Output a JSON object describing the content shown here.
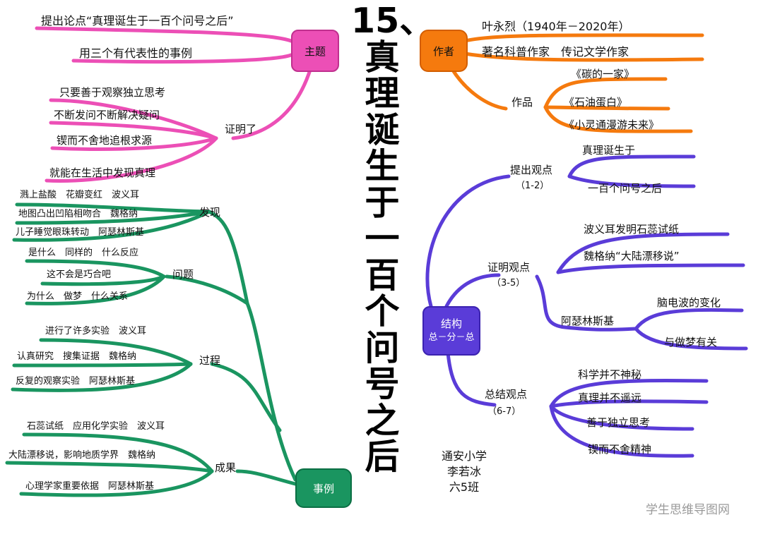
{
  "title": "15、真理诞生于一百个问号之后",
  "colors": {
    "topic": "#ec4fb6",
    "author": "#f57a0e",
    "structure": "#5a3cd8",
    "examples": "#1a9560"
  },
  "topic": {
    "label": "主题",
    "points": [
      "提出论点“真理诞生于一百个问号之后”",
      "用三个有代表性的事例"
    ],
    "proof_label": "证明了",
    "proofs": [
      "只要善于观察独立思考",
      "不断发问不断解决疑问",
      "锲而不舍地追根求源",
      "就能在生活中发现真理"
    ]
  },
  "author": {
    "label": "作者",
    "name": "叶永烈（1940年－2020年）",
    "roles": "著名科普作家　传记文学作家",
    "works_label": "作品",
    "works": [
      "《碳的一家》",
      "《石油蛋白》",
      "《小灵通漫游未来》"
    ]
  },
  "structure": {
    "label_line1": "结构",
    "label_line2": "总－分－总",
    "propose": {
      "label": "提出观点",
      "range": "（1-2）",
      "items": [
        "真理诞生于",
        "一百个问号之后"
      ]
    },
    "prove": {
      "label": "证明观点",
      "range": "（3-5）",
      "items": [
        "波义耳发明石蕊试纸",
        "魏格纳“大陆漂移说”"
      ],
      "sub_label": "阿瑟林斯基",
      "sub_items": [
        "脑电波的变化",
        "与做梦有关"
      ]
    },
    "conclude": {
      "label": "总结观点",
      "range": "（6-7）",
      "items": [
        "科学并不神秘",
        "真理并不遥远",
        "善于独立思考",
        "锲而不舍精神"
      ]
    }
  },
  "examples": {
    "label": "事例",
    "discovery": {
      "label": "发现",
      "items": [
        "溅上盐酸　花瓣变红　波义耳",
        "地图凸出凹陷相吻合　魏格纳",
        "儿子睡觉眼珠转动　阿瑟林斯基"
      ]
    },
    "question": {
      "label": "问题",
      "items": [
        "是什么　同样的　什么反应",
        "这不会是巧合吧",
        "为什么　做梦　什么关系"
      ]
    },
    "process": {
      "label": "过程",
      "items": [
        "进行了许多实验　波义耳",
        "认真研究　搜集证据　魏格纳",
        "反复的观察实验　阿瑟林斯基"
      ]
    },
    "result": {
      "label": "成果",
      "items": [
        "石蕊试纸　应用化学实验　波义耳",
        "大陆漂移说，影响地质学界　魏格纳",
        "心理学家重要依据　阿瑟林斯基"
      ]
    }
  },
  "credit": {
    "school": "通安小学",
    "name": "李若冰",
    "class": "六5班"
  },
  "watermark": "学生思维导图网"
}
